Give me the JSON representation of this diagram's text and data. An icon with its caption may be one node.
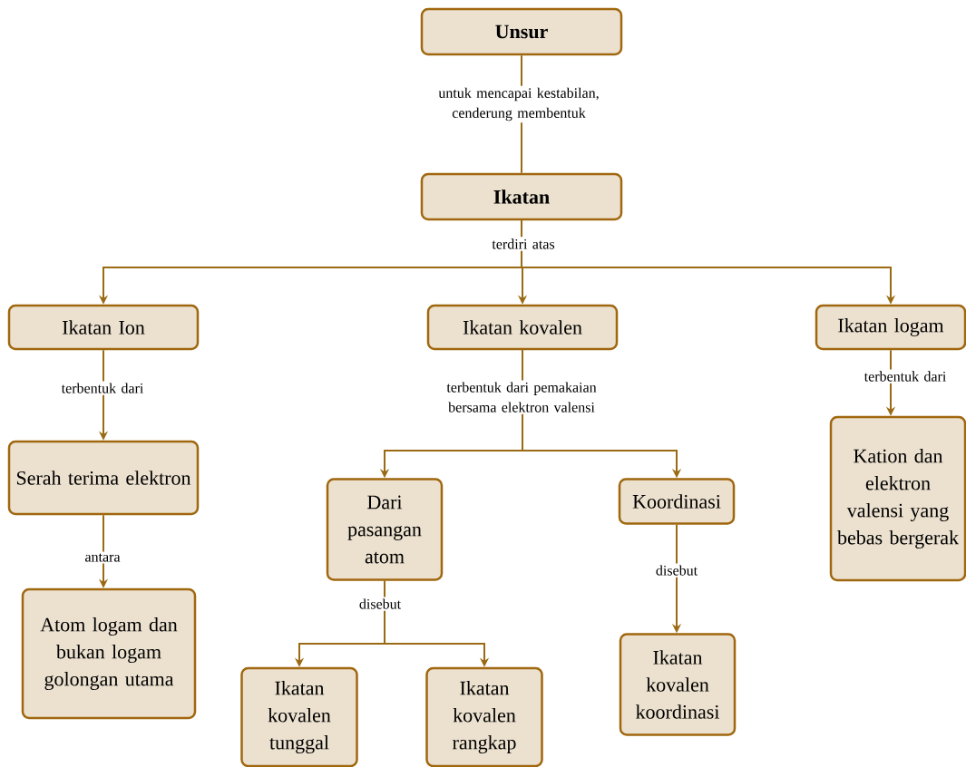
{
  "diagram": {
    "nodes": [
      {
        "text": [
          "Unsur"
        ]
      },
      {
        "text": [
          "Ikatan"
        ]
      },
      {
        "text": [
          "Ikatan Ion"
        ]
      },
      {
        "text": [
          "Ikatan kovalen"
        ]
      },
      {
        "text": [
          "Ikatan logam"
        ]
      },
      {
        "text": [
          "Serah terima elektron"
        ]
      },
      {
        "text": [
          "Atom logam dan bukan logam golongan utama"
        ]
      },
      {
        "text": [
          "Dari pasangan atom"
        ]
      },
      {
        "text": [
          "Koordinasi"
        ]
      },
      {
        "text": [
          "Kation dan elektron valensi yang bebas bergerak"
        ]
      },
      {
        "text": [
          "Ikatan kovalen tunggal"
        ]
      },
      {
        "text": [
          "Ikatan kovalen rangkap"
        ]
      },
      {
        "text": [
          "Ikatan kovalen koordinasi"
        ]
      }
    ],
    "edges": [
      {
        "from": 0,
        "to": 1,
        "arrow": "none",
        "label": "untuk mencapai kestabilan, cenderung membentuk"
      },
      {
        "from": 1,
        "to": 2,
        "arrow": "to"
      },
      {
        "from": 1,
        "to": 3,
        "arrow": "to",
        "label": "terdiri atas"
      },
      {
        "from": 1,
        "to": 4,
        "arrow": "to"
      },
      {
        "from": 2,
        "to": 5,
        "arrow": "to",
        "label": "terbentuk dari"
      },
      {
        "from": 5,
        "to": 6,
        "arrow": "to",
        "label": "antara"
      },
      {
        "from": 3,
        "to": 7,
        "arrow": "to",
        "label": "terbentuk dari pemakaian bersama elektron valensi"
      },
      {
        "from": 3,
        "to": 8,
        "arrow": "to"
      },
      {
        "from": 4,
        "to": 9,
        "arrow": "to",
        "label": "terbentuk dari"
      },
      {
        "from": 7,
        "to": 10,
        "arrow": "to",
        "label": "disebut"
      },
      {
        "from": 7,
        "to": 11,
        "arrow": "to"
      },
      {
        "from": 8,
        "to": 12,
        "arrow": "to",
        "label": "disebut"
      }
    ]
  }
}
